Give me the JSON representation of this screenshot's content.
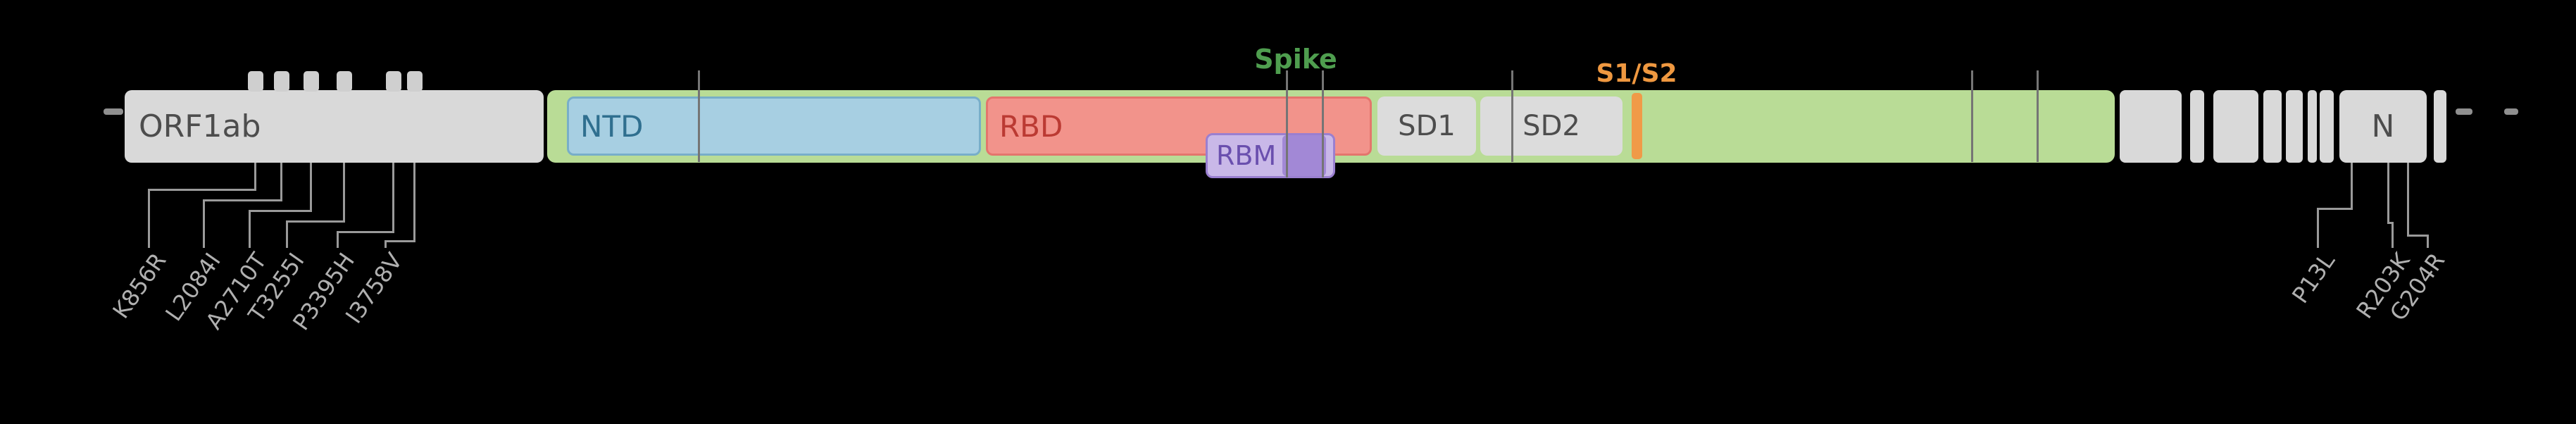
{
  "figure": {
    "type": "genome-map",
    "organism_track": {
      "orf1ab_label": "ORF1ab",
      "n_label": "N"
    },
    "spike": {
      "title": "Spike",
      "s1s2_label": "S1/S2",
      "domains": {
        "ntd": "NTD",
        "rbd": "RBD",
        "rbm": "RBM",
        "sd1": "SD1",
        "sd2": "SD2"
      }
    },
    "mutations": {
      "orf1ab": [
        "K856R",
        "L2084I",
        "A2710T",
        "T3255I",
        "P3395H",
        "I3758V"
      ],
      "n": [
        "P13L",
        "R203K",
        "G204R"
      ]
    },
    "colors": {
      "background": "#000000",
      "gene_fill": "#d9d9d9",
      "spike_fill": "#b9dc96",
      "ntd_fill": "#a7cfe2",
      "rbd_fill": "#f2938b",
      "rbm_fill": "#c9b8e8",
      "rbm_highlight": "#a288d6",
      "s1s2_accent": "#f09a48",
      "spike_title": "#4f9e4f",
      "s1s2_title": "#ef9840",
      "connector": "#9a9a9a",
      "mutation_text": "#b0b0b0"
    }
  }
}
